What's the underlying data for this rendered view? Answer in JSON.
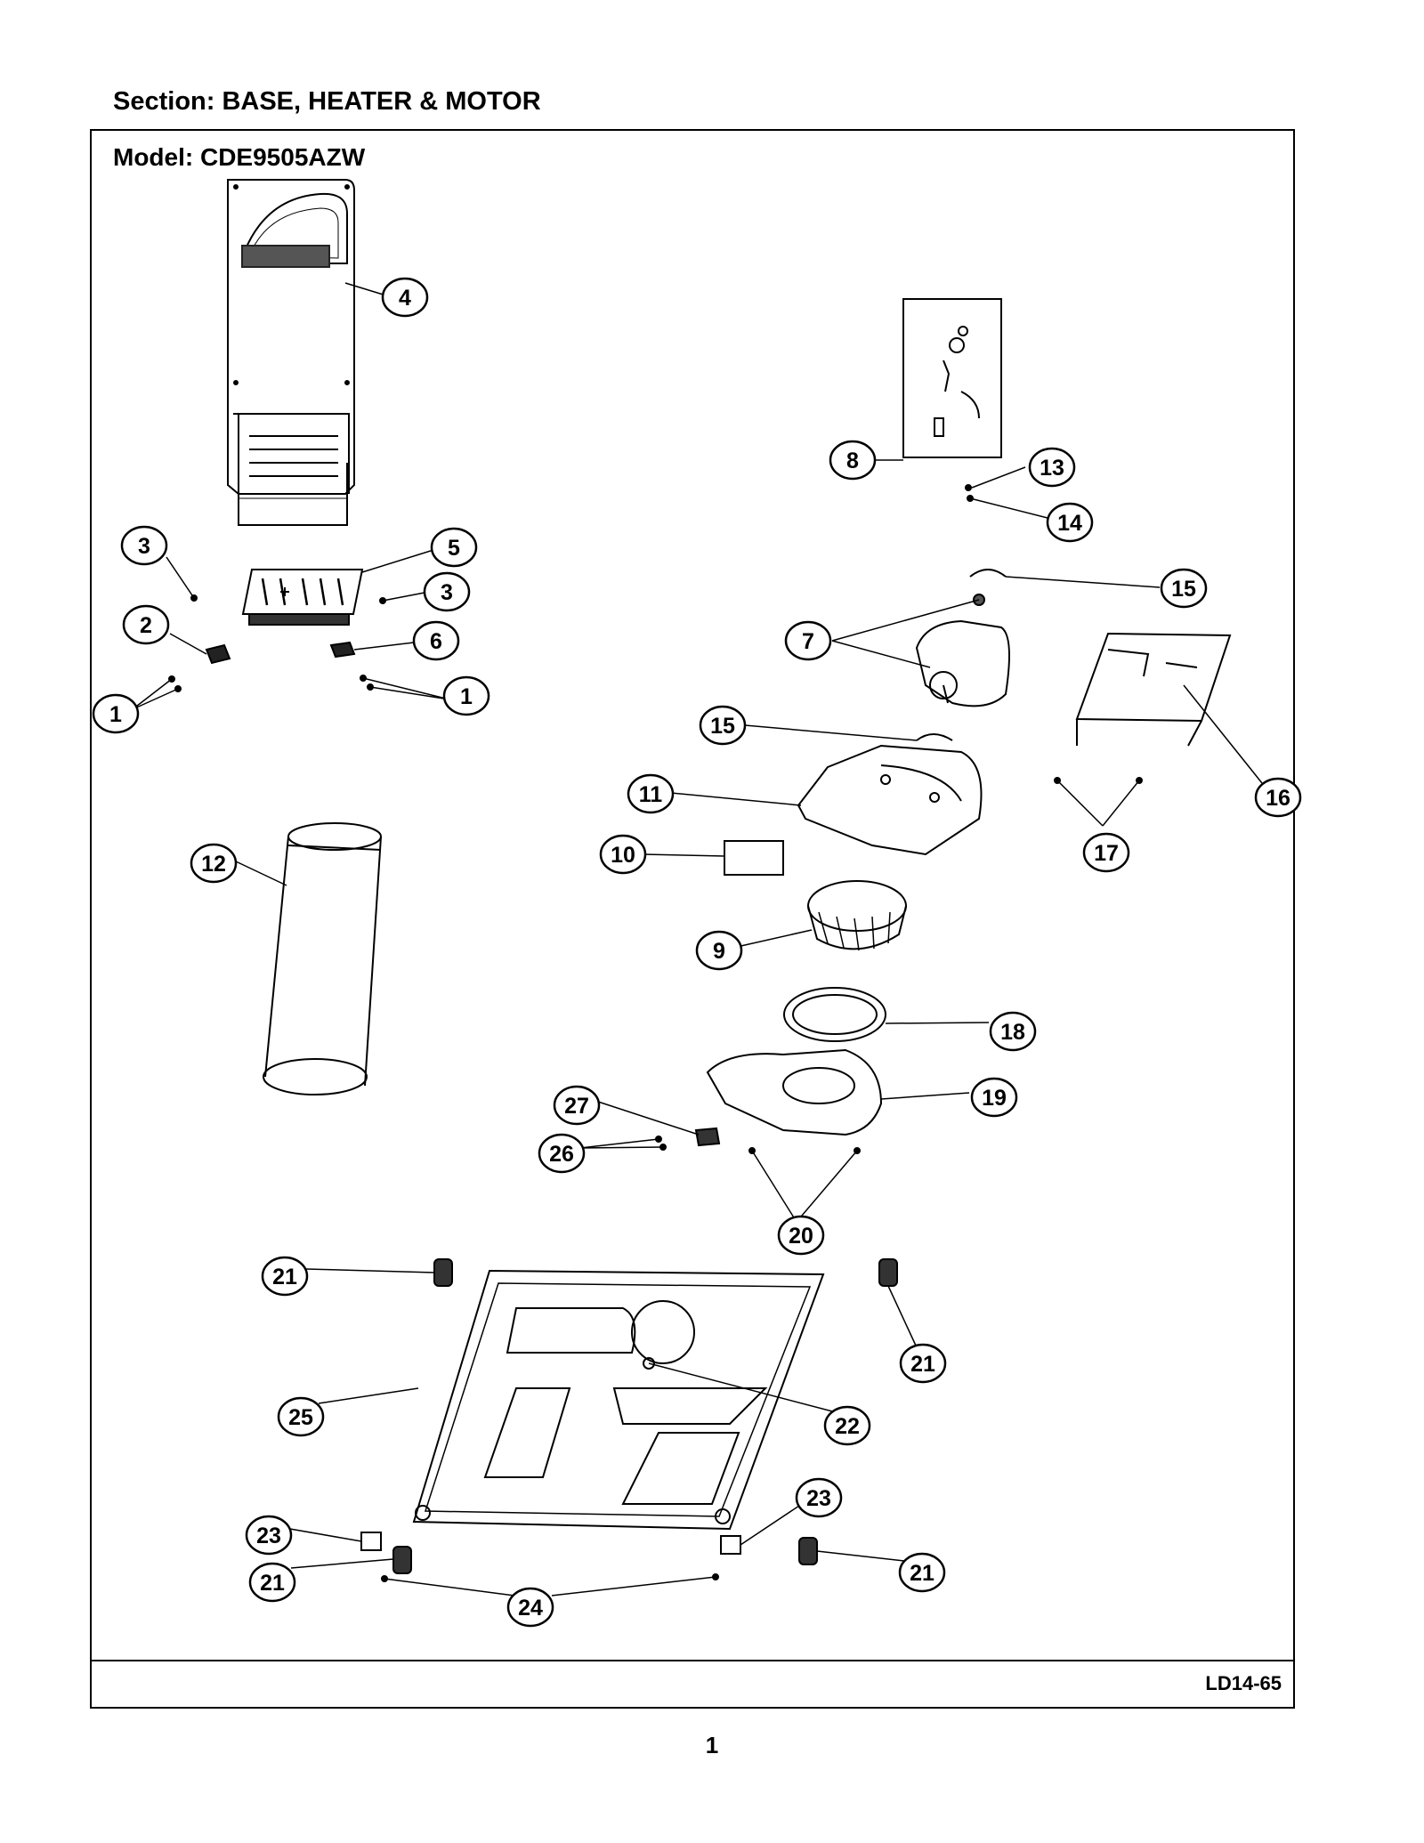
{
  "header": {
    "section": "Section:  BASE, HEATER & MOTOR"
  },
  "diagram": {
    "model": "Model:  CDE9505AZW",
    "doc_code": "LD14-65"
  },
  "footer": {
    "page_number": "1"
  },
  "callouts": [
    {
      "label": "1"
    },
    {
      "label": "1"
    },
    {
      "label": "2"
    },
    {
      "label": "3"
    },
    {
      "label": "3"
    },
    {
      "label": "4"
    },
    {
      "label": "5"
    },
    {
      "label": "6"
    },
    {
      "label": "7"
    },
    {
      "label": "8"
    },
    {
      "label": "9"
    },
    {
      "label": "10"
    },
    {
      "label": "11"
    },
    {
      "label": "12"
    },
    {
      "label": "13"
    },
    {
      "label": "14"
    },
    {
      "label": "15"
    },
    {
      "label": "15"
    },
    {
      "label": "16"
    },
    {
      "label": "17"
    },
    {
      "label": "18"
    },
    {
      "label": "19"
    },
    {
      "label": "20"
    },
    {
      "label": "21"
    },
    {
      "label": "21"
    },
    {
      "label": "21"
    },
    {
      "label": "21"
    },
    {
      "label": "22"
    },
    {
      "label": "23"
    },
    {
      "label": "23"
    },
    {
      "label": "24"
    },
    {
      "label": "25"
    },
    {
      "label": "26"
    },
    {
      "label": "27"
    }
  ]
}
